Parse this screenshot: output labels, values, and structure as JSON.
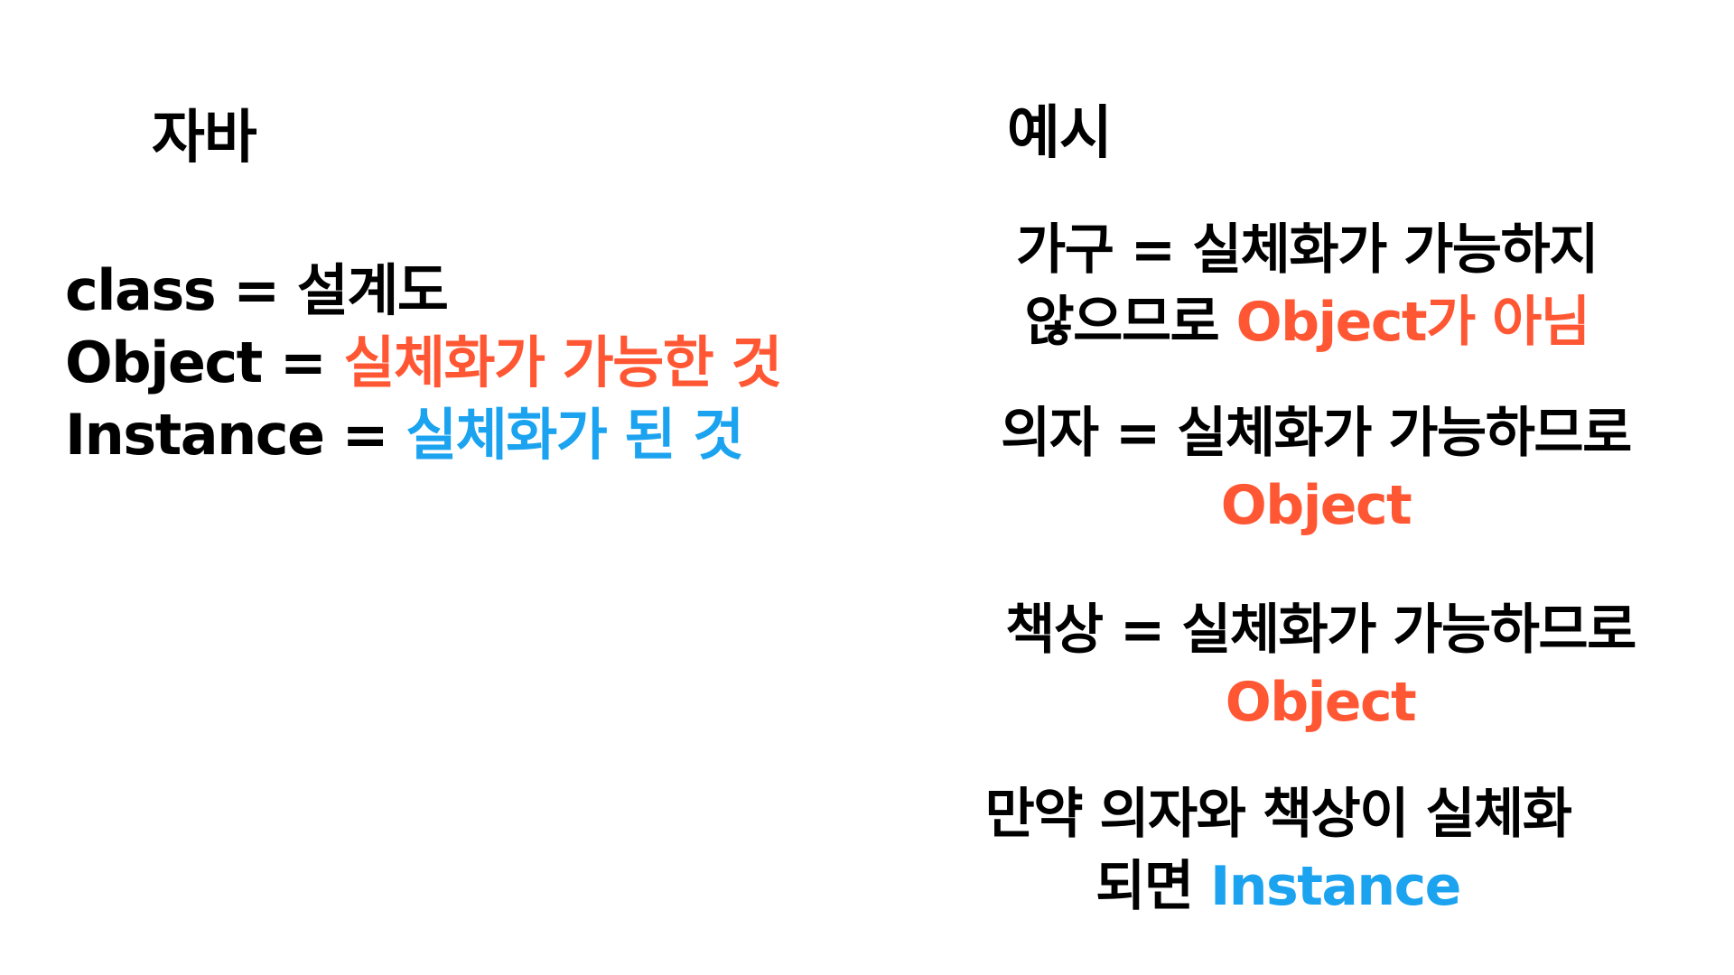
{
  "colors": {
    "object_highlight": "#ff5733",
    "instance_highlight": "#1ba3f0",
    "text": "#000000",
    "background": "#ffffff"
  },
  "left": {
    "heading": "자바",
    "definitions": [
      {
        "term": "class = ",
        "value": "설계도"
      },
      {
        "term": "Object = ",
        "value": "실체화가 가능한 것"
      },
      {
        "term": "Instance = ",
        "value": "실체화가 된 것"
      }
    ]
  },
  "right": {
    "heading": "예시",
    "furniture": {
      "line1": "가구 = 실체화가 가능하지",
      "line2_prefix": "않으므로 ",
      "line2_highlight": "Object가 아님"
    },
    "chair": {
      "line1": "의자 = 실체화가 가능하므로",
      "line2_highlight": "Object"
    },
    "desk": {
      "line1": "책상 = 실체화가 가능하므로",
      "line2_highlight": "Object"
    },
    "conclusion": {
      "line1": "만약 의자와 책상이 실체화",
      "line2_prefix": "되면 ",
      "line2_highlight": "Instance"
    }
  }
}
